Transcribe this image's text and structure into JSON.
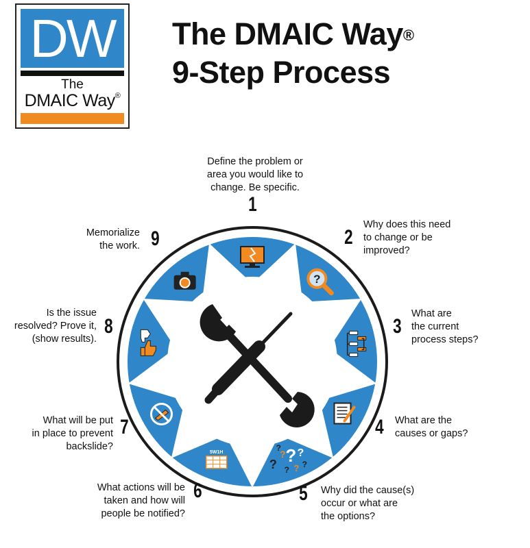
{
  "logo": {
    "letters": "DW",
    "the": "The",
    "name": "DMAIC Way",
    "reg": "®"
  },
  "title": {
    "line1": "The DMAIC Way",
    "reg": "®",
    "line2": "9-Step Process"
  },
  "colors": {
    "blue": "#2f86c8",
    "orange": "#f28a22",
    "dark": "#1b1b1b"
  },
  "steps": [
    {
      "number": "1",
      "lines": [
        "Define the problem or",
        "area you would like to",
        "change. Be specific."
      ],
      "icon": "monitor-icon"
    },
    {
      "number": "2",
      "lines": [
        "Why does this need",
        "to change or be",
        "improved?"
      ],
      "icon": "magnifier-question-icon"
    },
    {
      "number": "3",
      "lines": [
        "What are",
        "the current",
        "process steps?"
      ],
      "icon": "flowchart-icon"
    },
    {
      "number": "4",
      "lines": [
        "What are the",
        "causes or gaps?"
      ],
      "icon": "document-pen-icon"
    },
    {
      "number": "5",
      "lines": [
        "Why did the cause(s)",
        "occur or what are",
        "the options?"
      ],
      "icon": "question-marks-icon"
    },
    {
      "number": "6",
      "lines": [
        "What actions will be",
        "taken and how will",
        "people be notified?"
      ],
      "icon": "plan-grid-icon",
      "icon_label": "5W1H"
    },
    {
      "number": "7",
      "lines": [
        "What will be put",
        "in place to prevent",
        "backslide?"
      ],
      "icon": "no-slide-icon"
    },
    {
      "number": "8",
      "lines": [
        "Is the issue",
        "resolved? Prove it,",
        "(show results)."
      ],
      "icon": "thumbs-icon"
    },
    {
      "number": "9",
      "lines": [
        "Memorialize",
        "the work."
      ],
      "icon": "camera-icon"
    }
  ],
  "center_icon": "wrench-screwdriver-icon"
}
